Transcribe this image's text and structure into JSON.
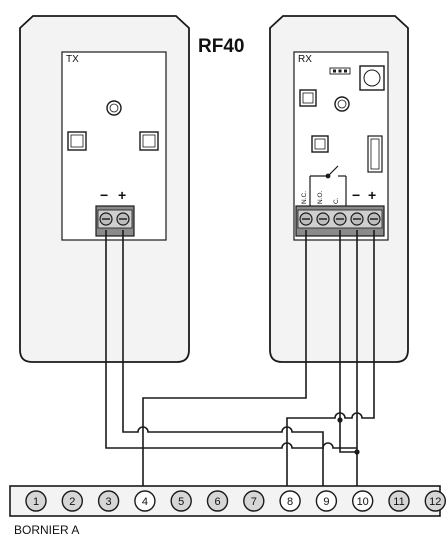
{
  "title": "RF40",
  "tx": {
    "label": "TX",
    "minus": "−",
    "plus": "+"
  },
  "rx": {
    "label": "RX",
    "minus": "−",
    "plus": "+",
    "nc": "N.C.",
    "no": "N.O.",
    "c": "C."
  },
  "terminal_block": {
    "label": "BORNIER A",
    "terminals": [
      "1",
      "2",
      "3",
      "4",
      "5",
      "6",
      "7",
      "8",
      "9",
      "10",
      "11",
      "12"
    ],
    "highlighted_fill": "#ffffff",
    "default_fill": "#d6d6d6"
  },
  "colors": {
    "line": "#1a1a1a",
    "housing": "#f3f3f3",
    "board": "#ffffff",
    "terminal_screw": "#cfcfcf"
  }
}
